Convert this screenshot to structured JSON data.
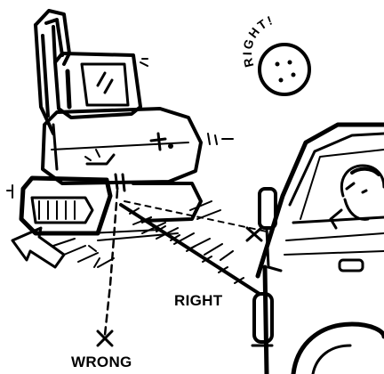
{
  "labels": {
    "right_bottom": "RIGHT",
    "wrong": "WRONG",
    "sun_right": "RIGHT!"
  },
  "colors": {
    "ink": "#000000",
    "paper": "#ffffff"
  }
}
